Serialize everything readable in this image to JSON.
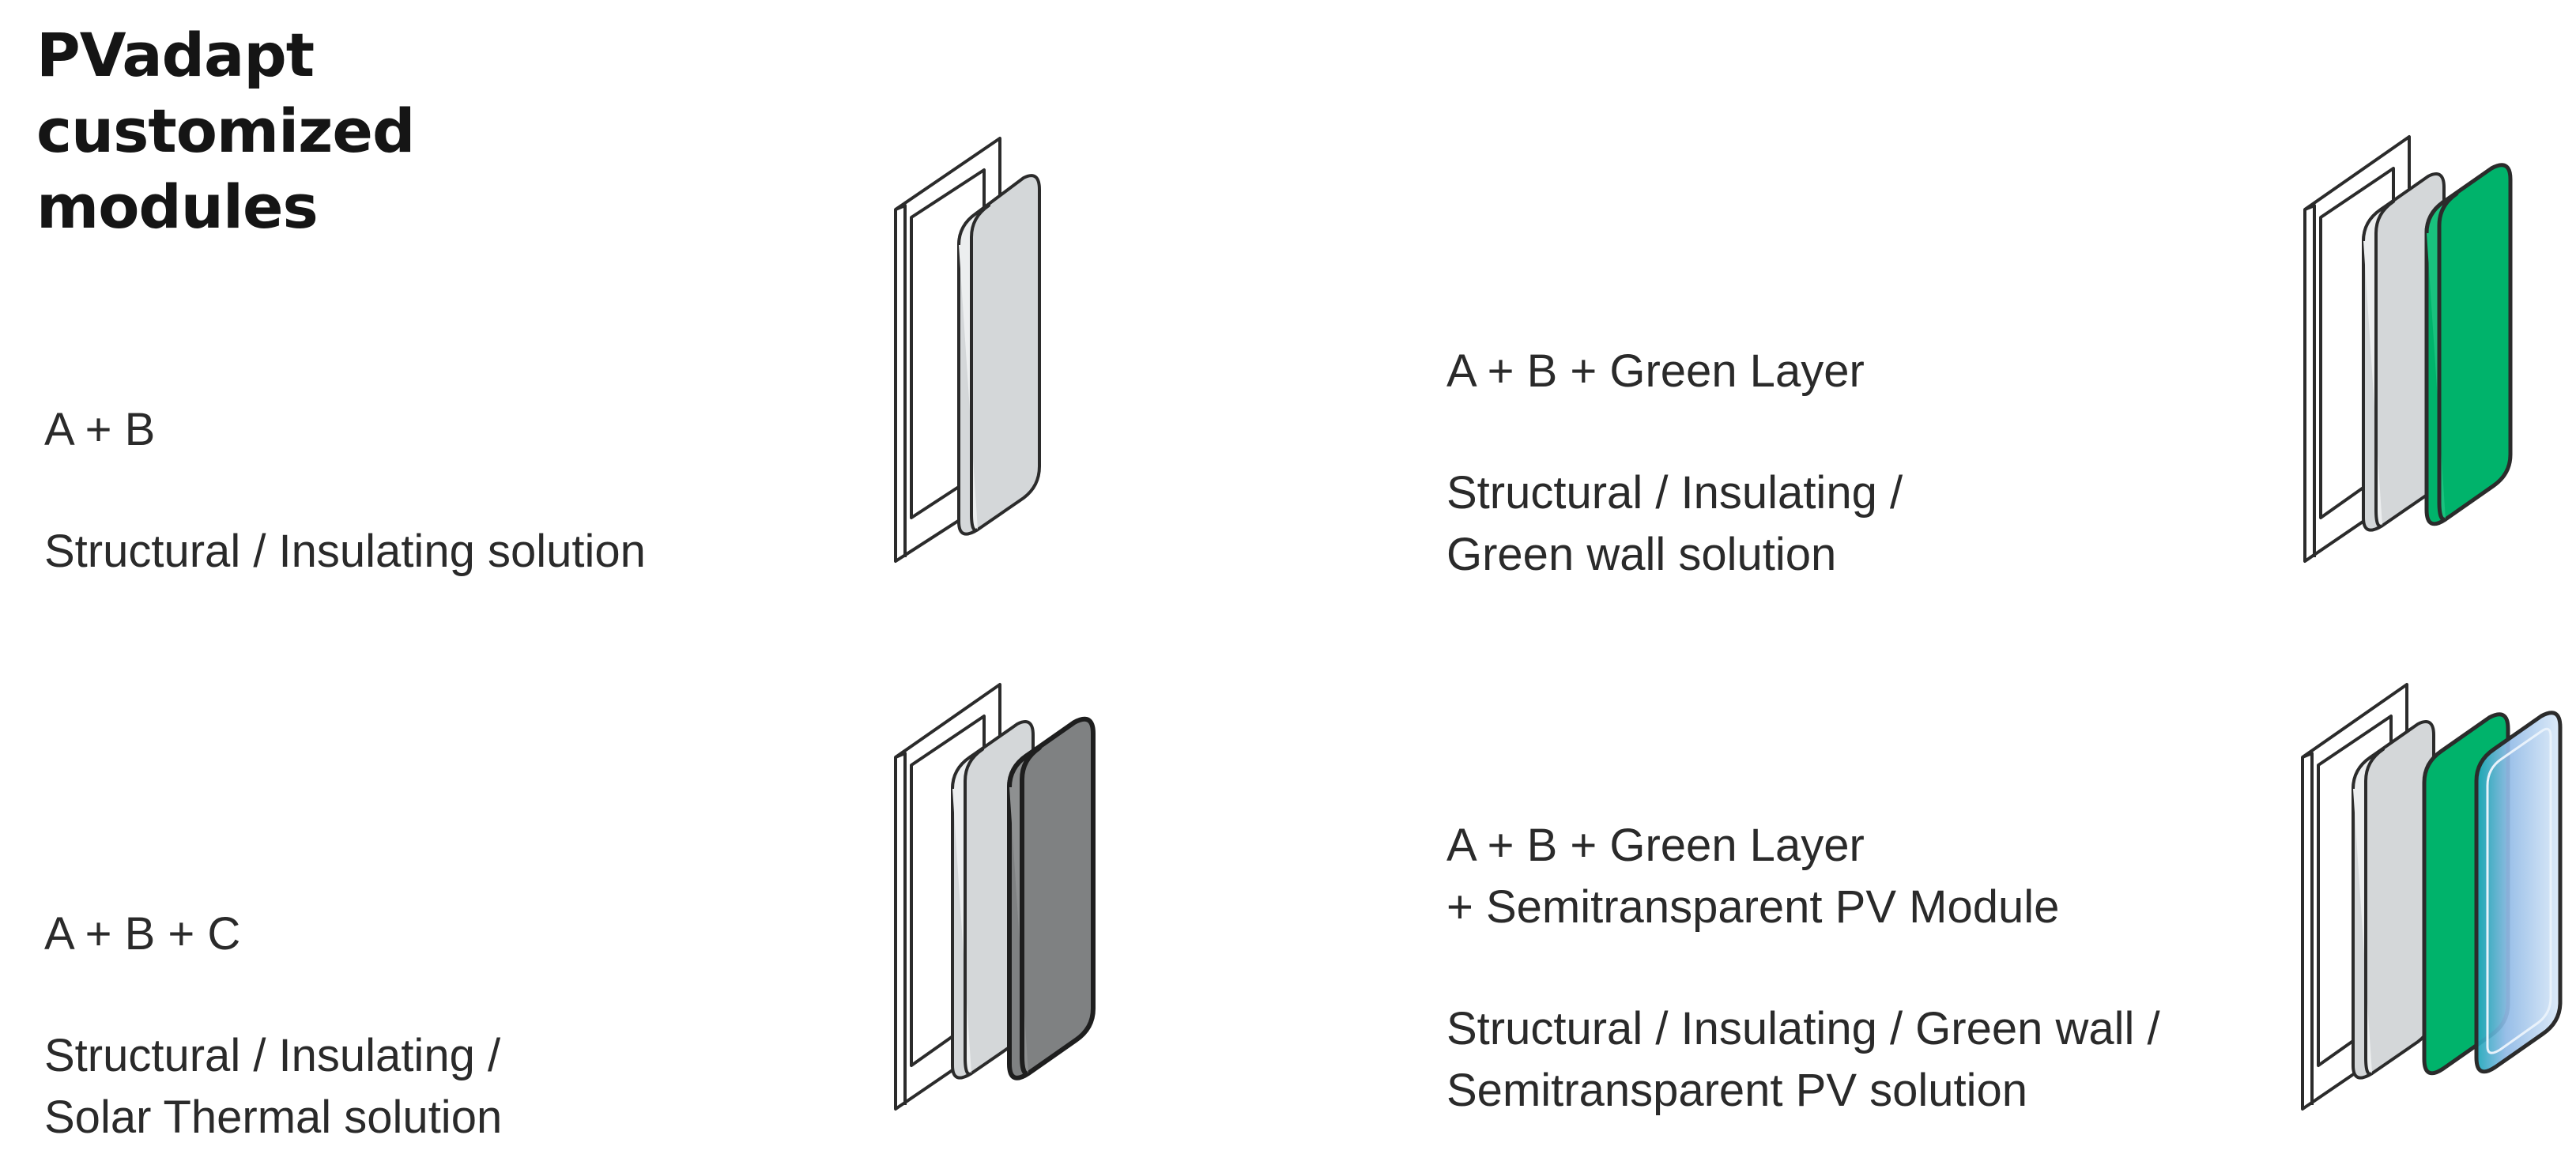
{
  "title": {
    "line1": "PVadapt",
    "line2": "customized",
    "line3": "modules"
  },
  "modules": [
    {
      "name": "A + B",
      "desc": [
        "Structural / Insulating solution"
      ],
      "layers": [
        "frame",
        "grey"
      ]
    },
    {
      "name": "A + B + Green Layer",
      "desc": [
        "Structural / Insulating /",
        "Green wall solution"
      ],
      "layers": [
        "frame",
        "grey",
        "green"
      ]
    },
    {
      "name": "A + B + C",
      "desc": [
        "Structural / Insulating /",
        "Solar Thermal solution"
      ],
      "layers": [
        "frame",
        "grey",
        "dark"
      ]
    },
    {
      "name": "A + B + Green Layer",
      "name_line2": "+ Semitransparent PV Module",
      "desc": [
        "Structural / Insulating / Green wall /",
        "Semitransparent PV solution"
      ],
      "layers": [
        "frame",
        "grey",
        "green",
        "pv"
      ]
    }
  ],
  "colors": {
    "outline": "#2b2b2b",
    "grey_layer": "#d4d7d9",
    "dark_layer": "#7f8182",
    "green_layer": "#00b36b",
    "pv_light": "#cfe2f6",
    "pv_mid": "#8fb9e6",
    "pv_teal": "#1aa6b8"
  }
}
